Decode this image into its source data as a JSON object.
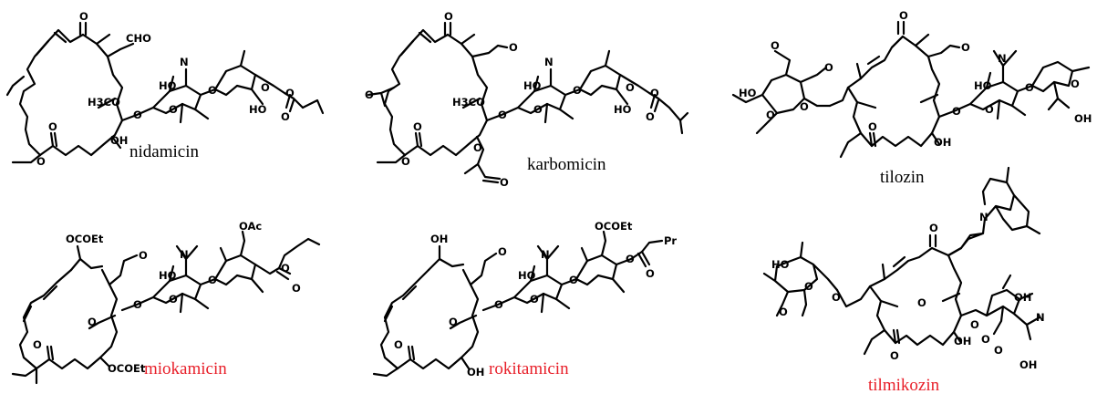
{
  "colors": {
    "ink": "#000000",
    "highlight": "#e8202a"
  },
  "compounds": [
    {
      "name": "nidamicin",
      "highlighted": false,
      "labels": [
        "O",
        "CHO",
        "N",
        "HO",
        "O",
        "O",
        "H3CO",
        "O",
        "O",
        "O",
        "HO",
        "O",
        "O",
        "O",
        "OH"
      ]
    },
    {
      "name": "karbomicin",
      "highlighted": false,
      "labels": [
        "O",
        "O",
        "N",
        "HO",
        "O",
        "O",
        "O",
        "H3CO",
        "O",
        "O",
        "O",
        "HO",
        "O",
        "O",
        "O",
        "O",
        "O"
      ]
    },
    {
      "name": "tilozin",
      "highlighted": false,
      "labels": [
        "O",
        "HO",
        "O",
        "O",
        "O",
        "O",
        "O",
        "N",
        "HO",
        "O",
        "O",
        "O",
        "O",
        "O",
        "OH",
        "OH"
      ]
    },
    {
      "name": "miokamicin",
      "highlighted": true,
      "labels": [
        "OCOEt",
        "O",
        "N",
        "OAc",
        "O",
        "HO",
        "O",
        "O",
        "O",
        "O",
        "O",
        "OCOEt",
        "O"
      ]
    },
    {
      "name": "rokitamicin",
      "highlighted": true,
      "labels": [
        "OH",
        "O",
        "N",
        "OCOEt",
        "O",
        "Pr",
        "HO",
        "O",
        "O",
        "O",
        "O",
        "O",
        "OH",
        "O"
      ]
    },
    {
      "name": "tilmikozin",
      "highlighted": true,
      "labels": [
        "HO",
        "O",
        "O",
        "O",
        "O",
        "N",
        "O",
        "O",
        "O",
        "OH",
        "O",
        "O",
        "OH",
        "N",
        "OH"
      ]
    }
  ]
}
